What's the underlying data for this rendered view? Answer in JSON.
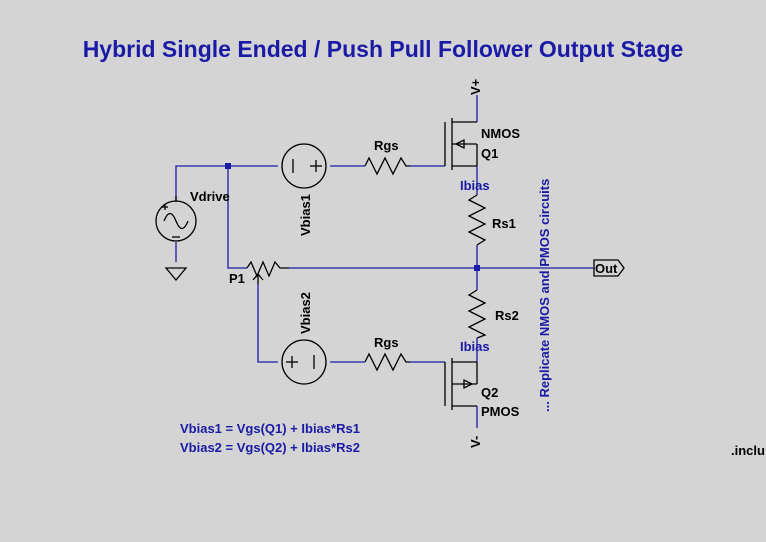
{
  "title": "Hybrid Single Ended / Push Pull Follower Output Stage",
  "labels": {
    "vplus": "V+",
    "vminus": "V-",
    "nmos_type": "NMOS",
    "q1": "Q1",
    "q2": "Q2",
    "pmos_type": "PMOS",
    "rgs_top": "Rgs",
    "rgs_bottom": "Rgs",
    "ibias_top": "Ibias",
    "ibias_bottom": "Ibias",
    "rs1": "Rs1",
    "rs2": "Rs2",
    "vdrive": "Vdrive",
    "vbias1": "Vbias1",
    "vbias2": "Vbias2",
    "p1": "P1",
    "out": "Out",
    "replicate_note": "... Replicate NMOS and PMOS circuits"
  },
  "equations": {
    "line1": "Vbias1 = Vgs(Q1) +  Ibias*Rs1",
    "line2": "Vbias2  = Vgs(Q2) + Ibias*Rs2"
  },
  "include_text": ".inclu",
  "colors": {
    "wire": "#1a1aa6",
    "component": "#000000",
    "background": "#d4d4d4"
  }
}
